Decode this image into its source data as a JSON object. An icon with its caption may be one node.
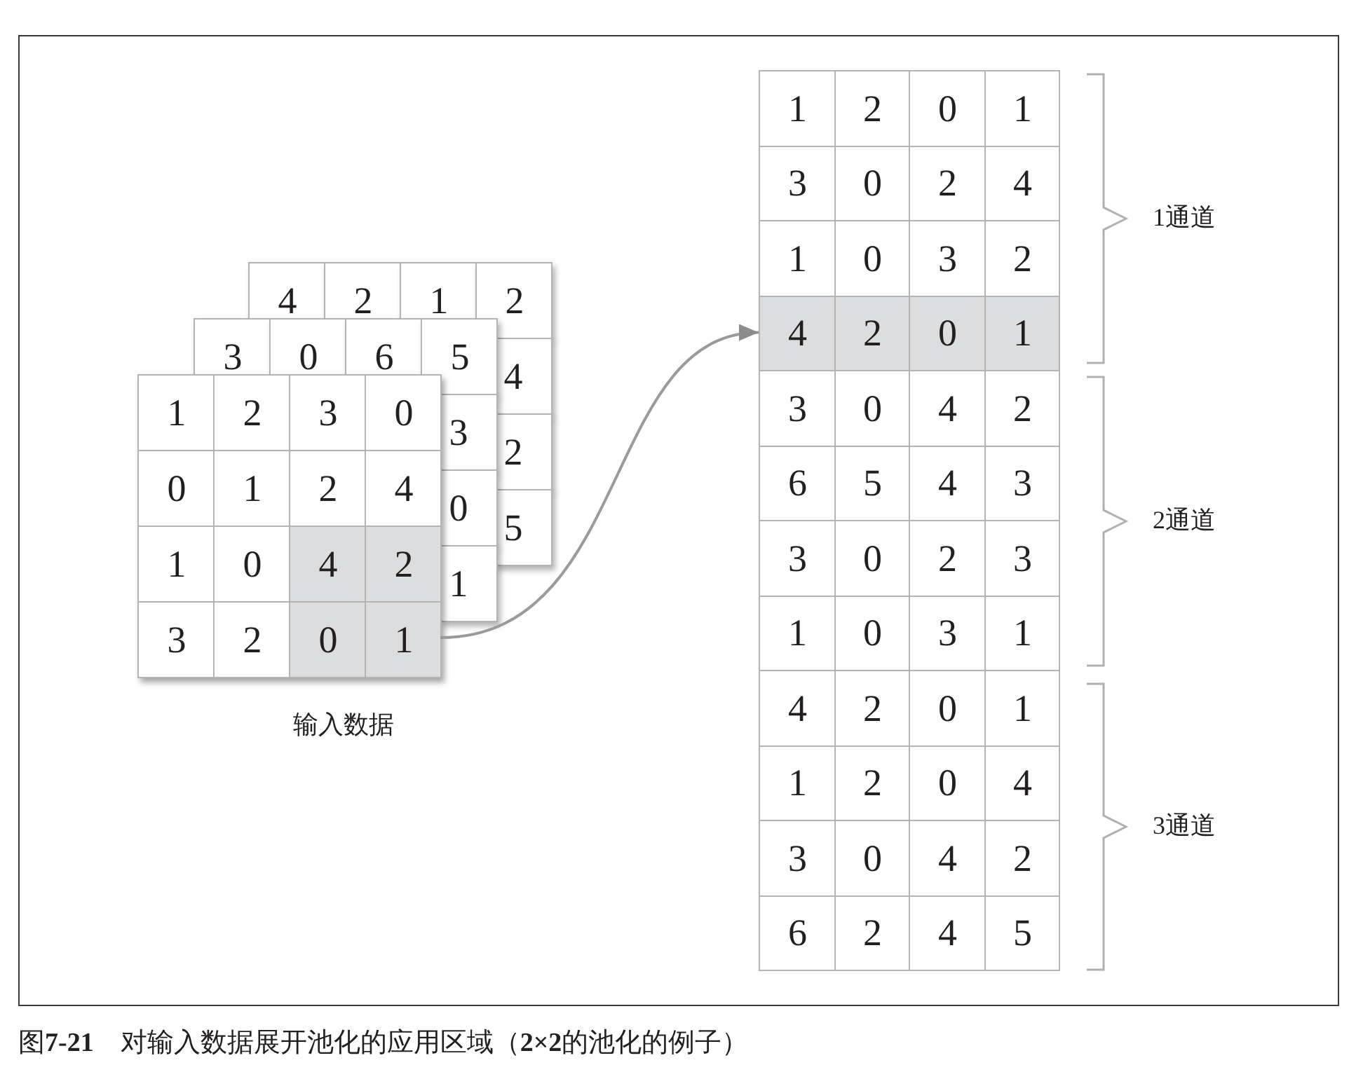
{
  "diagram": {
    "caption": "图**7-21**　对输入数据展开池化的应用区域（**2×2**的池化的例子）",
    "nodes": [
      {
        "text": [
          "4",
          "2",
          "1",
          "2",
          "4",
          "2",
          "5"
        ]
      },
      {
        "text": [
          "3",
          "0",
          "6",
          "5",
          "3",
          "0",
          "1"
        ]
      },
      {
        "text": [
          "1",
          "2",
          "3",
          "0",
          "0",
          "1",
          "2",
          "4",
          "1",
          "0",
          "3",
          "2"
        ],
        "beside": [
          "输入数据"
        ]
      },
      {
        "text": [
          "4",
          "2",
          "0",
          "1"
        ],
        "in": 2
      },
      {
        "text": [
          "1",
          "2",
          "0",
          "1"
        ]
      },
      {
        "text": [
          "3",
          "0",
          "2",
          "4"
        ]
      },
      {
        "text": [
          "1",
          "0",
          "3",
          "2"
        ]
      },
      {
        "text": [
          "4",
          "2",
          "0",
          "1"
        ]
      },
      {
        "text": [
          "3",
          "0",
          "4",
          "2"
        ]
      },
      {
        "text": [
          "6",
          "5",
          "4",
          "3"
        ]
      },
      {
        "text": [
          "3",
          "0",
          "2",
          "3"
        ]
      },
      {
        "text": [
          "1",
          "0",
          "3",
          "1"
        ]
      },
      {
        "text": [
          "4",
          "2",
          "0",
          "1"
        ]
      },
      {
        "text": [
          "1",
          "2",
          "0",
          "4"
        ]
      },
      {
        "text": [
          "3",
          "0",
          "4",
          "2"
        ]
      },
      {
        "text": [
          "6",
          "2",
          "4",
          "5"
        ]
      }
    ],
    "edges": [
      {
        "from": 3,
        "to": 7,
        "arrow": "to"
      }
    ],
    "labels": [
      "1通道",
      "2通道",
      "3通道"
    ]
  }
}
